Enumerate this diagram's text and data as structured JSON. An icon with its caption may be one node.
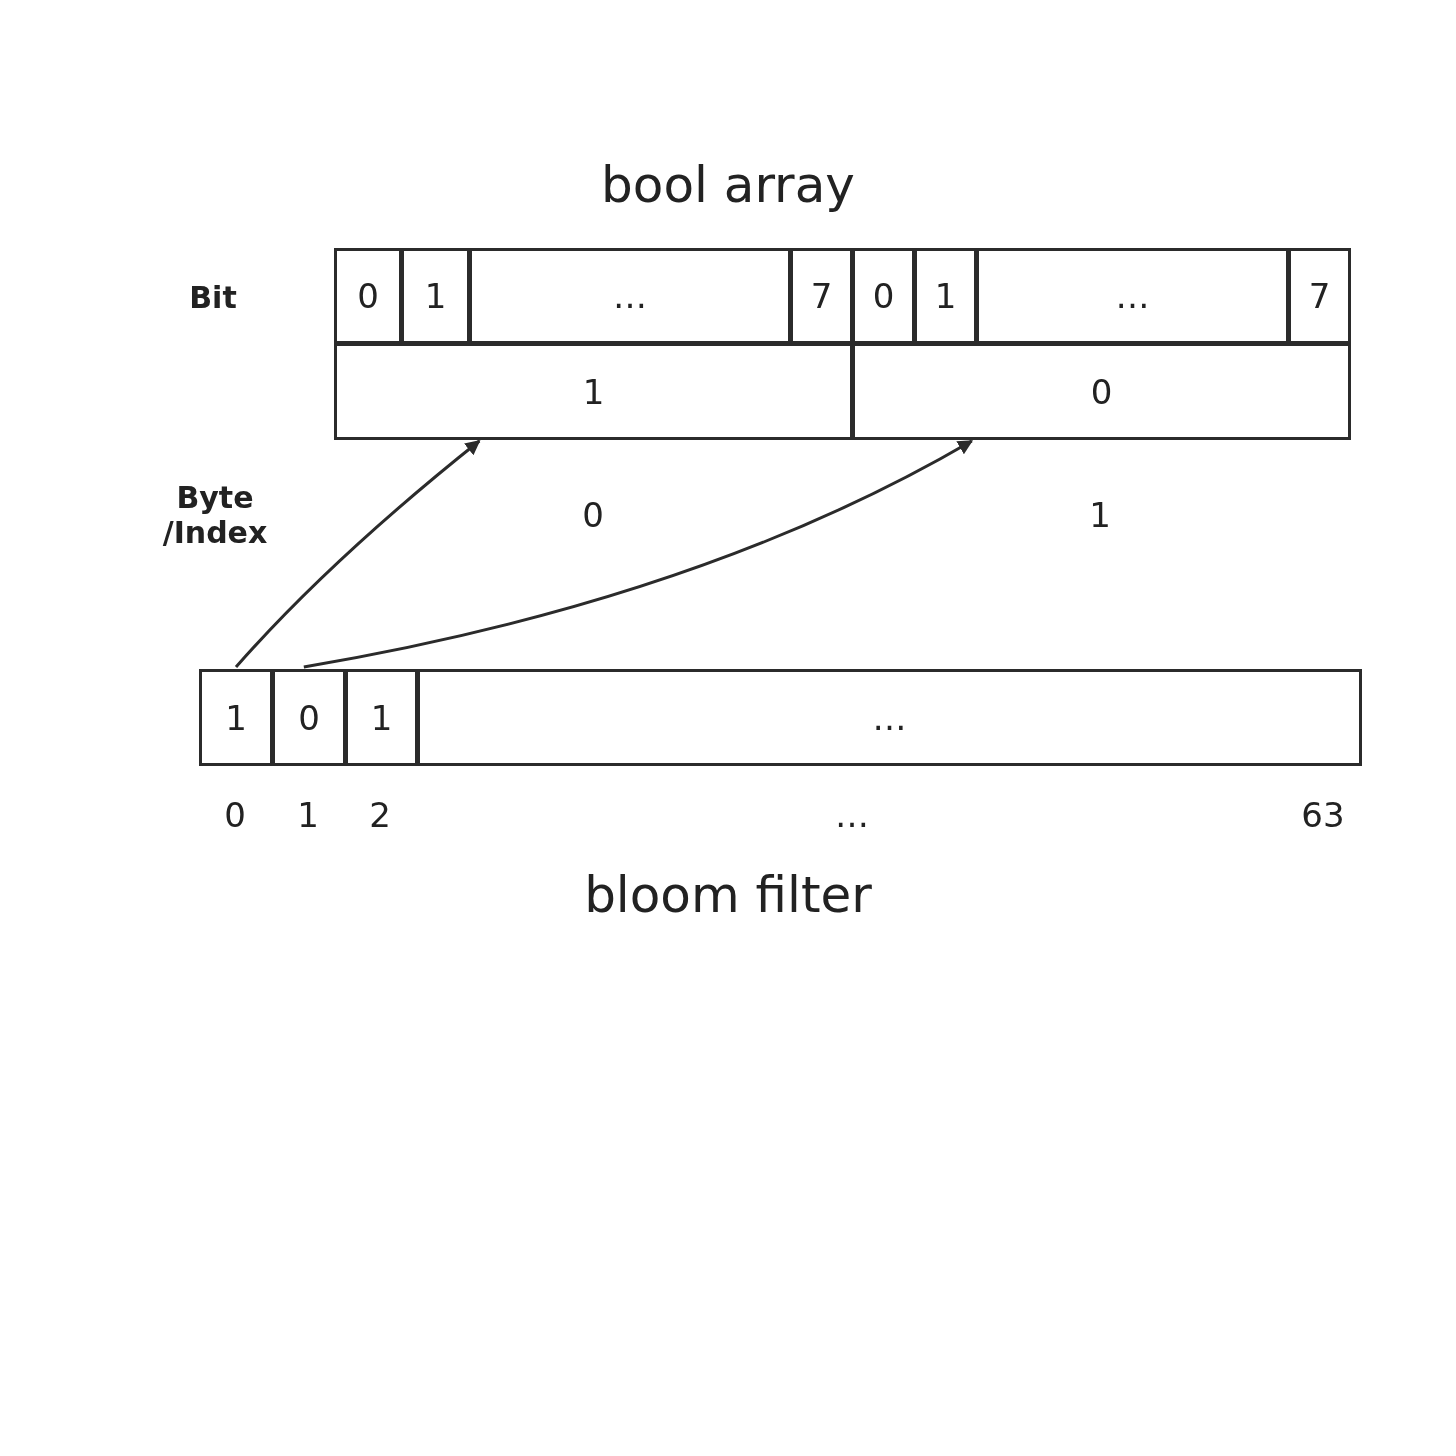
{
  "diagram": {
    "title": "bool array",
    "caption": "bloom filter",
    "nodes": [
      {
        "text": [
          "0"
        ]
      },
      {
        "text": [
          "1"
        ]
      },
      {
        "text": [
          "…"
        ]
      },
      {
        "text": [
          "7"
        ]
      },
      {
        "text": [
          "0"
        ]
      },
      {
        "text": [
          "1"
        ]
      },
      {
        "text": [
          "…"
        ]
      },
      {
        "text": [
          "7"
        ]
      },
      {
        "text": [
          "1"
        ]
      },
      {
        "text": [
          "0"
        ]
      },
      {
        "text": [
          "1"
        ]
      },
      {
        "text": [
          "0"
        ]
      },
      {
        "text": [
          "1"
        ]
      },
      {
        "text": [
          "…"
        ]
      }
    ],
    "edges": [
      {
        "from": 10,
        "to": 8,
        "arrow": "to"
      },
      {
        "from": 11,
        "to": 9,
        "arrow": "to"
      }
    ],
    "labels": [
      "Bit",
      "Byte /Index",
      "0",
      "1",
      "0",
      "1",
      "2",
      "…",
      "63"
    ]
  }
}
